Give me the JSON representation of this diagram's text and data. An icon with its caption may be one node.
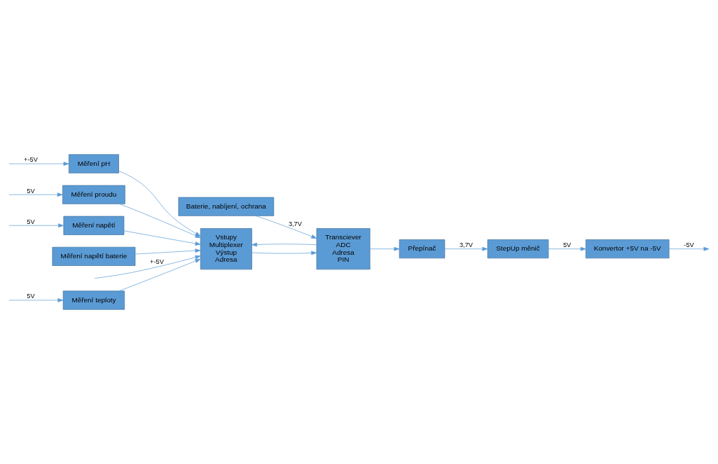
{
  "diagram": {
    "nodes": [
      {
        "text": [
          "Měření teploty"
        ]
      },
      {
        "text": [
          "Měření pH"
        ]
      },
      {
        "text": [
          "Měření proudu"
        ]
      },
      {
        "text": [
          "Měření napětí"
        ]
      },
      {
        "text": [
          "Měření napětí baterie"
        ]
      },
      {
        "text": [
          "Vstupy",
          "Multiplexer",
          "Výstup",
          "Adresa"
        ]
      },
      {
        "text": [
          "Baterie, nabíjení, ochrana"
        ]
      },
      {
        "text": [
          "Transciever",
          "ADC",
          "Adresa",
          "PIN"
        ]
      },
      {
        "text": [
          "Přepínač"
        ]
      },
      {
        "text": [
          "StepUp měnič"
        ]
      },
      {
        "text": [
          "Konvertor +5V na -5V"
        ]
      }
    ],
    "edges": [
      {
        "from": null,
        "to": 0,
        "arrow": "to",
        "label": "5V"
      },
      {
        "from": null,
        "to": 1,
        "arrow": "to",
        "label": "+-5V"
      },
      {
        "from": null,
        "to": 2,
        "arrow": "to",
        "label": "5V"
      },
      {
        "from": null,
        "to": 3,
        "arrow": "to",
        "label": "5V"
      },
      {
        "from": null,
        "to": 5,
        "arrow": "to",
        "label": "+-5V"
      },
      {
        "from": 0,
        "to": 5,
        "arrow": "to"
      },
      {
        "from": 1,
        "to": 5,
        "arrow": "to"
      },
      {
        "from": 2,
        "to": 5,
        "arrow": "to"
      },
      {
        "from": 3,
        "to": 5,
        "arrow": "to"
      },
      {
        "from": 4,
        "to": 5,
        "arrow": "to"
      },
      {
        "from": 6,
        "to": 7,
        "arrow": "to",
        "label": "3,7V"
      },
      {
        "from": 5,
        "to": 7,
        "arrow": "to"
      },
      {
        "from": 7,
        "to": 5,
        "arrow": "to"
      },
      {
        "from": 7,
        "to": 8,
        "arrow": "to"
      },
      {
        "from": 8,
        "to": 9,
        "arrow": "to",
        "label": "3,7V"
      },
      {
        "from": 9,
        "to": 10,
        "arrow": "to",
        "label": "5V"
      },
      {
        "from": 10,
        "to": null,
        "arrow": "to",
        "label": "-5V"
      }
    ]
  }
}
